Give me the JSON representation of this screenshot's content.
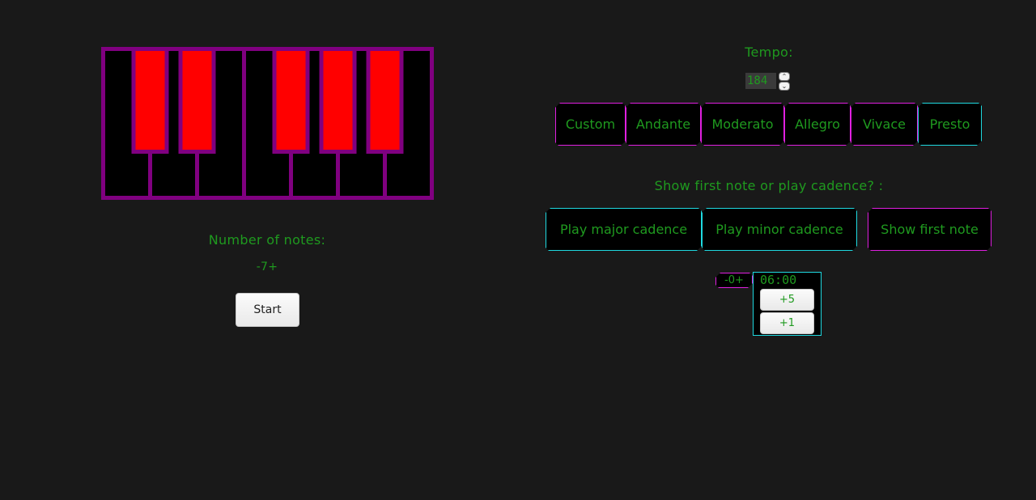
{
  "piano": {
    "frame_color": "#800080",
    "white_key_color": "#000000",
    "black_key_color": "#ff0000",
    "white_keys": 7,
    "black_key_positions": [
      0,
      1,
      3,
      4,
      5
    ]
  },
  "notes": {
    "label": "Number of notes:",
    "stepper_text": "-7+"
  },
  "start_label": "Start",
  "tempo": {
    "label": "Tempo:",
    "value": "184",
    "presets": [
      "Custom",
      "Andante",
      "Moderato",
      "Allegro",
      "Vivace",
      "Presto"
    ],
    "selected": "Presto"
  },
  "cadence": {
    "label": "Show first note or play cadence? :",
    "buttons": [
      "Play major cadence",
      "Play minor cadence",
      "Show first note"
    ]
  },
  "counter_text": "-0+",
  "timer": {
    "value": "06:00",
    "plus5": "+5",
    "plus1": "+1"
  },
  "colors": {
    "text_green": "#1f9a1f",
    "neon_magenta": "#e020e0",
    "neon_cyan": "#1fd9e0",
    "background": "#191919"
  }
}
